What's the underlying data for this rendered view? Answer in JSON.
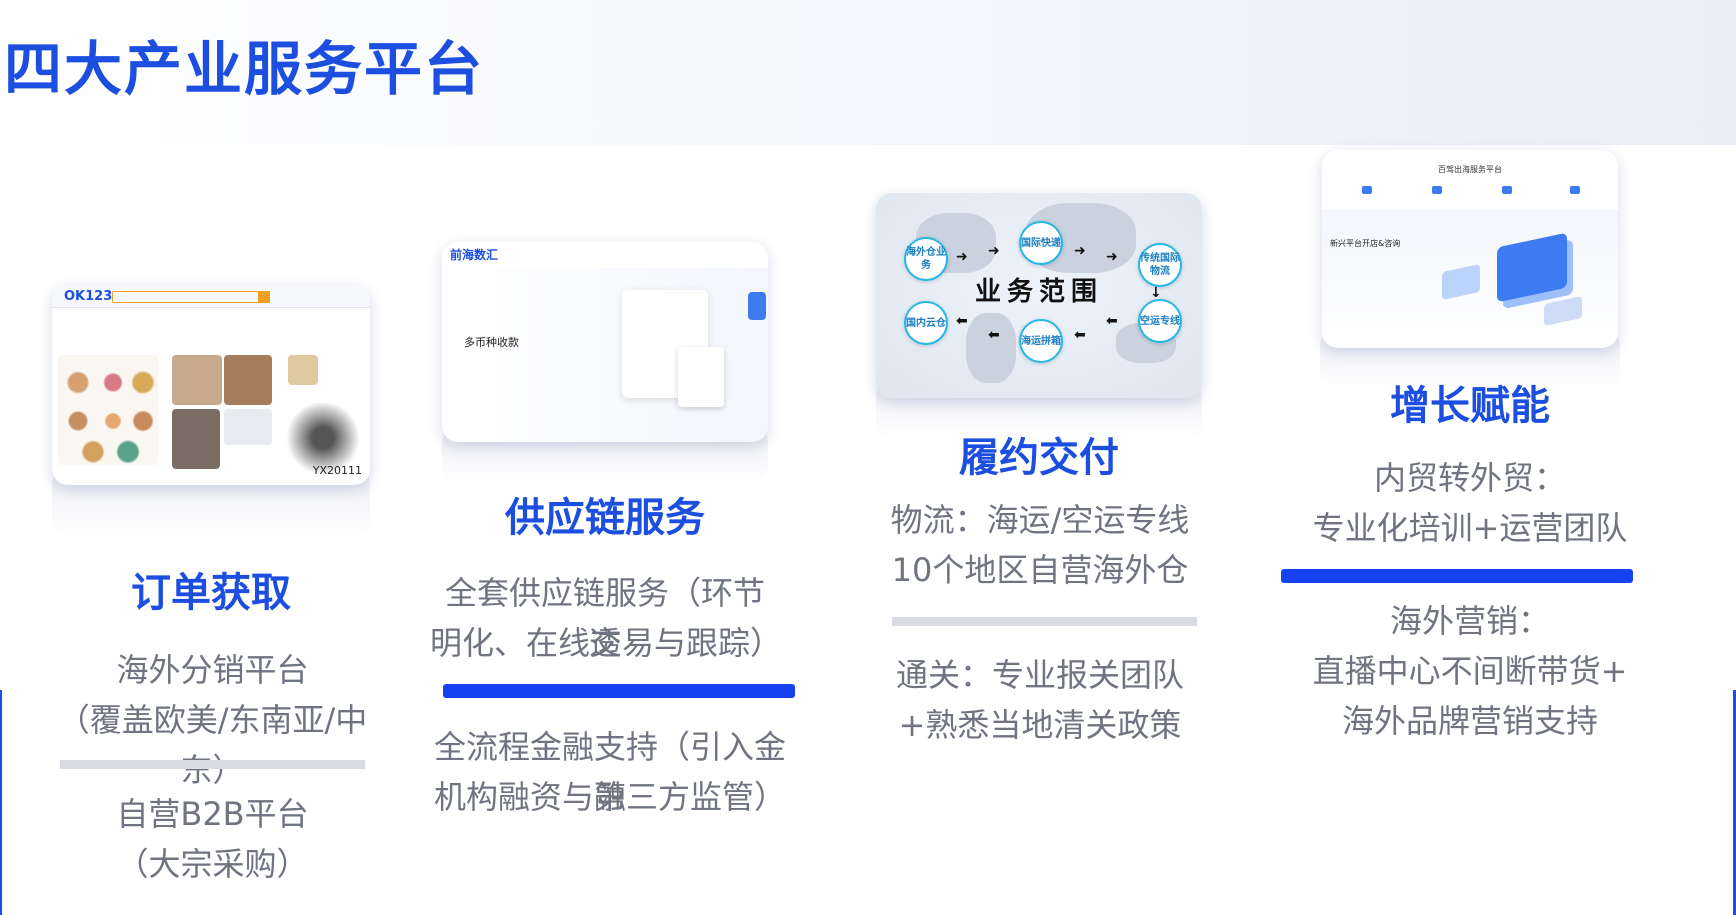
{
  "page_title": "四大产业服务平台",
  "columns": [
    {
      "title": "订单获取",
      "blocks": [
        "海外分销平台",
        "（覆盖欧美/东南亚/中东）",
        "自营B2B平台",
        "（大宗采购）"
      ],
      "screenshot": {
        "logo": "OK123",
        "code": "YX20111"
      }
    },
    {
      "title": "供应链服务",
      "blocks": [
        "全套供应链服务（环节透",
        "明化、在线交易与跟踪）",
        "全流程金融支持（引入金融",
        "机构融资与第三方监管）"
      ],
      "screenshot": {
        "logo": "前海数汇",
        "hero": "多币种收款"
      }
    },
    {
      "title": "履约交付",
      "blocks": [
        "物流：海运/空运专线",
        "10个地区自营海外仓",
        "通关：专业报关团队",
        "+熟悉当地清关政策"
      ],
      "screenshot": {
        "map_title": "业务范围",
        "bubbles": [
          "海外仓业务",
          "国际快递",
          "传统国际物流",
          "国内云仓",
          "海运拼箱",
          "空运专线"
        ]
      }
    },
    {
      "title": "增长赋能",
      "blocks": [
        "内贸转外贸：",
        "专业化培训+运营团队",
        "海外营销：",
        "直播中心不间断带货+",
        "海外品牌营销支持"
      ],
      "screenshot": {
        "title": "百驾出海服务平台",
        "heading": "新兴平台开店&咨询"
      }
    }
  ],
  "colors": {
    "title_blue": "#1c4fe0",
    "divider_blue": "#1541f0",
    "divider_gray": "#d8dbe1",
    "body_text": "#6f7480"
  }
}
